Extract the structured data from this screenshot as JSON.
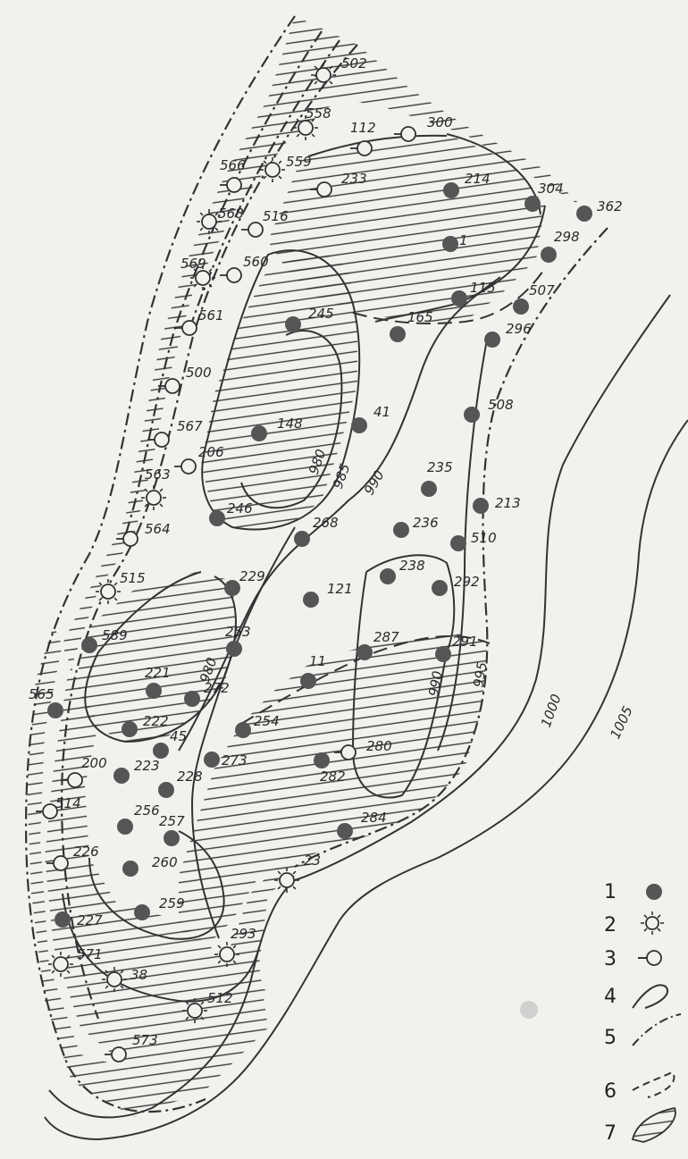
{
  "map": {
    "contours": [
      {
        "label": "980"
      },
      {
        "label": "985"
      },
      {
        "label": "990"
      },
      {
        "label": "980"
      },
      {
        "label": "990"
      },
      {
        "label": "995"
      },
      {
        "label": "1000"
      },
      {
        "label": "1005"
      }
    ],
    "wells": [
      {
        "id": "502",
        "type": 2
      },
      {
        "id": "558",
        "type": 2
      },
      {
        "id": "112",
        "type": 3
      },
      {
        "id": "300",
        "type": 3
      },
      {
        "id": "566",
        "type": 3
      },
      {
        "id": "559",
        "type": 2
      },
      {
        "id": "233",
        "type": 3
      },
      {
        "id": "214",
        "type": 1
      },
      {
        "id": "304",
        "type": 1
      },
      {
        "id": "362",
        "type": 1
      },
      {
        "id": "568",
        "type": 2
      },
      {
        "id": "516",
        "type": 3
      },
      {
        "id": "1",
        "type": 1
      },
      {
        "id": "298",
        "type": 1
      },
      {
        "id": "569",
        "type": 2
      },
      {
        "id": "560",
        "type": 3
      },
      {
        "id": "115",
        "type": 1
      },
      {
        "id": "507",
        "type": 1
      },
      {
        "id": "561",
        "type": 3
      },
      {
        "id": "245",
        "type": 1
      },
      {
        "id": "165",
        "type": 1
      },
      {
        "id": "296",
        "type": 1
      },
      {
        "id": "500",
        "type": 3
      },
      {
        "id": "148",
        "type": 1
      },
      {
        "id": "41",
        "type": 1
      },
      {
        "id": "508",
        "type": 1
      },
      {
        "id": "567",
        "type": 3
      },
      {
        "id": "206",
        "type": 3
      },
      {
        "id": "235",
        "type": 1
      },
      {
        "id": "563",
        "type": 2
      },
      {
        "id": "246",
        "type": 1
      },
      {
        "id": "213",
        "type": 1
      },
      {
        "id": "268",
        "type": 1
      },
      {
        "id": "236",
        "type": 1
      },
      {
        "id": "564",
        "type": 3
      },
      {
        "id": "510",
        "type": 1
      },
      {
        "id": "238",
        "type": 1
      },
      {
        "id": "229",
        "type": 1
      },
      {
        "id": "515",
        "type": 2
      },
      {
        "id": "292",
        "type": 1
      },
      {
        "id": "121",
        "type": 1
      },
      {
        "id": "589",
        "type": 1
      },
      {
        "id": "253",
        "type": 1
      },
      {
        "id": "287",
        "type": 1
      },
      {
        "id": "291",
        "type": 1
      },
      {
        "id": "221",
        "type": 1
      },
      {
        "id": "11",
        "type": 1
      },
      {
        "id": "272",
        "type": 1
      },
      {
        "id": "565",
        "type": 1
      },
      {
        "id": "222",
        "type": 1
      },
      {
        "id": "254",
        "type": 1
      },
      {
        "id": "45",
        "type": 1
      },
      {
        "id": "280",
        "type": 3
      },
      {
        "id": "223",
        "type": 1
      },
      {
        "id": "273",
        "type": 1
      },
      {
        "id": "282",
        "type": 1
      },
      {
        "id": "200",
        "type": 3
      },
      {
        "id": "228",
        "type": 1
      },
      {
        "id": "514",
        "type": 3
      },
      {
        "id": "256",
        "type": 1
      },
      {
        "id": "257",
        "type": 1
      },
      {
        "id": "284",
        "type": 1
      },
      {
        "id": "226",
        "type": 3
      },
      {
        "id": "260",
        "type": 1
      },
      {
        "id": "23",
        "type": 2
      },
      {
        "id": "259",
        "type": 1
      },
      {
        "id": "227",
        "type": 1
      },
      {
        "id": "293",
        "type": 2
      },
      {
        "id": "571",
        "type": 2
      },
      {
        "id": "38",
        "type": 2
      },
      {
        "id": "512",
        "type": 2
      },
      {
        "id": "573",
        "type": 3
      }
    ]
  },
  "legend": {
    "items": [
      {
        "num": "1",
        "icon": "filled-well-icon"
      },
      {
        "num": "2",
        "icon": "radiating-well-icon"
      },
      {
        "num": "3",
        "icon": "open-well-icon"
      },
      {
        "num": "4",
        "icon": "solid-contour-icon"
      },
      {
        "num": "5",
        "icon": "dash-dot-boundary-icon"
      },
      {
        "num": "6",
        "icon": "dashed-boundary-icon"
      },
      {
        "num": "7",
        "icon": "hatched-area-icon"
      }
    ]
  },
  "colors": {
    "paper": "#f2f1ee",
    "ink": "#2a2a2a",
    "well_fill": "#555555"
  }
}
